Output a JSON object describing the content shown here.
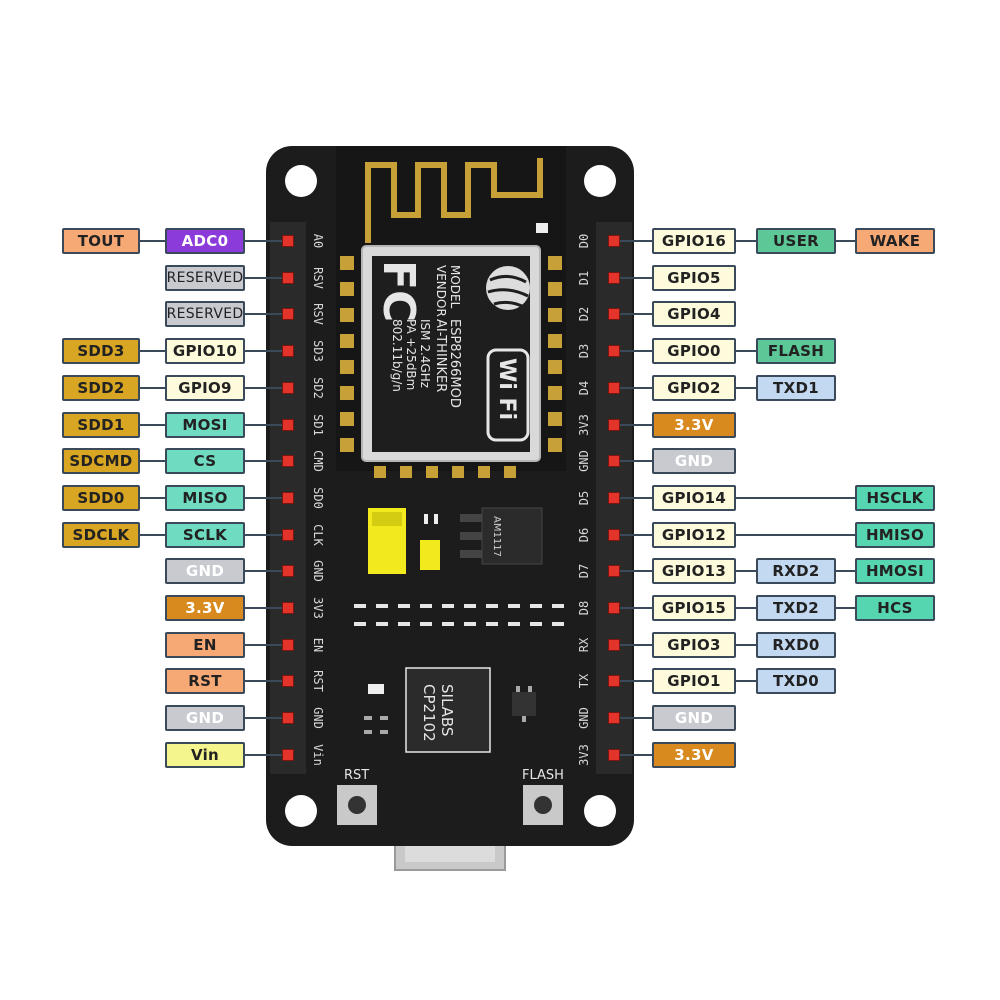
{
  "colors": {
    "orange": "#f7a975",
    "purple": "#8a3bd9",
    "silver": "#c8cad0",
    "cream": "#fdfbdc",
    "gold": "#d8a623",
    "teal": "#6fdcc1",
    "darkorange": "#d98a1f",
    "yellow": "#f4f58d",
    "blue": "#c3d9f2",
    "green": "#5cc797",
    "aqua": "#55d6b0",
    "board": "#1c1c1c"
  },
  "board": {
    "module_model_label": "MODEL",
    "module_vendor_label": "VENDOR",
    "module_model": "ESP8266MOD",
    "module_vendor": "AI-THINKER",
    "module_specs": [
      "ISM 2.4GHz",
      "PA +25dBm",
      "802.11b/g/n"
    ],
    "fcc_logo": "FC",
    "wifi_logo": "Wi Fi",
    "regulator": "AM1117",
    "usb_chip": [
      "SILABS",
      "CP2102"
    ],
    "rst_button": "RST",
    "flash_button": "FLASH"
  },
  "left_pins": [
    {
      "pin": "A0",
      "labels": [
        {
          "text": "ADC0",
          "color": "purple",
          "light": true
        },
        {
          "text": "TOUT",
          "color": "orange"
        }
      ]
    },
    {
      "pin": "RSV",
      "labels": [
        {
          "text": "RESERVED",
          "color": "silver",
          "thin": true
        }
      ]
    },
    {
      "pin": "RSV",
      "labels": [
        {
          "text": "RESERVED",
          "color": "silver",
          "thin": true
        }
      ]
    },
    {
      "pin": "SD3",
      "labels": [
        {
          "text": "GPIO10",
          "color": "cream"
        },
        {
          "text": "SDD3",
          "color": "gold"
        }
      ]
    },
    {
      "pin": "SD2",
      "labels": [
        {
          "text": "GPIO9",
          "color": "cream"
        },
        {
          "text": "SDD2",
          "color": "gold"
        }
      ]
    },
    {
      "pin": "SD1",
      "labels": [
        {
          "text": "MOSI",
          "color": "teal"
        },
        {
          "text": "SDD1",
          "color": "gold"
        }
      ]
    },
    {
      "pin": "CMD",
      "labels": [
        {
          "text": "CS",
          "color": "teal"
        },
        {
          "text": "SDCMD",
          "color": "gold"
        }
      ]
    },
    {
      "pin": "SD0",
      "labels": [
        {
          "text": "MISO",
          "color": "teal"
        },
        {
          "text": "SDD0",
          "color": "gold"
        }
      ]
    },
    {
      "pin": "CLK",
      "labels": [
        {
          "text": "SCLK",
          "color": "teal"
        },
        {
          "text": "SDCLK",
          "color": "gold"
        }
      ]
    },
    {
      "pin": "GND",
      "labels": [
        {
          "text": "GND",
          "color": "silver",
          "light": true
        }
      ]
    },
    {
      "pin": "3V3",
      "labels": [
        {
          "text": "3.3V",
          "color": "darkorange",
          "light": true
        }
      ]
    },
    {
      "pin": "EN",
      "labels": [
        {
          "text": "EN",
          "color": "orange"
        }
      ]
    },
    {
      "pin": "RST",
      "labels": [
        {
          "text": "RST",
          "color": "orange"
        }
      ]
    },
    {
      "pin": "GND",
      "labels": [
        {
          "text": "GND",
          "color": "silver",
          "light": true
        }
      ]
    },
    {
      "pin": "Vin",
      "labels": [
        {
          "text": "Vin",
          "color": "yellow"
        }
      ]
    }
  ],
  "right_pins": [
    {
      "pin": "D0",
      "labels": [
        {
          "text": "GPIO16",
          "color": "cream"
        },
        {
          "text": "USER",
          "color": "green",
          "slot": 1
        },
        {
          "text": "WAKE",
          "color": "orange",
          "slot": 2
        }
      ]
    },
    {
      "pin": "D1",
      "labels": [
        {
          "text": "GPIO5",
          "color": "cream"
        }
      ]
    },
    {
      "pin": "D2",
      "labels": [
        {
          "text": "GPIO4",
          "color": "cream"
        }
      ]
    },
    {
      "pin": "D3",
      "labels": [
        {
          "text": "GPIO0",
          "color": "cream"
        },
        {
          "text": "FLASH",
          "color": "green",
          "slot": 1
        }
      ]
    },
    {
      "pin": "D4",
      "labels": [
        {
          "text": "GPIO2",
          "color": "cream"
        },
        {
          "text": "TXD1",
          "color": "blue",
          "slot": 1
        }
      ]
    },
    {
      "pin": "3V3",
      "labels": [
        {
          "text": "3.3V",
          "color": "darkorange",
          "light": true
        }
      ]
    },
    {
      "pin": "GND",
      "labels": [
        {
          "text": "GND",
          "color": "silver",
          "light": true
        }
      ]
    },
    {
      "pin": "D5",
      "labels": [
        {
          "text": "GPIO14",
          "color": "cream"
        },
        {
          "text": "HSCLK",
          "color": "aqua",
          "slot": 2
        }
      ]
    },
    {
      "pin": "D6",
      "labels": [
        {
          "text": "GPIO12",
          "color": "cream"
        },
        {
          "text": "HMISO",
          "color": "aqua",
          "slot": 2
        }
      ]
    },
    {
      "pin": "D7",
      "labels": [
        {
          "text": "GPIO13",
          "color": "cream"
        },
        {
          "text": "RXD2",
          "color": "blue",
          "slot": 1
        },
        {
          "text": "HMOSI",
          "color": "aqua",
          "slot": 2
        }
      ]
    },
    {
      "pin": "D8",
      "labels": [
        {
          "text": "GPIO15",
          "color": "cream"
        },
        {
          "text": "TXD2",
          "color": "blue",
          "slot": 1
        },
        {
          "text": "HCS",
          "color": "aqua",
          "slot": 2
        }
      ]
    },
    {
      "pin": "RX",
      "labels": [
        {
          "text": "GPIO3",
          "color": "cream"
        },
        {
          "text": "RXD0",
          "color": "blue",
          "slot": 1
        }
      ]
    },
    {
      "pin": "TX",
      "labels": [
        {
          "text": "GPIO1",
          "color": "cream"
        },
        {
          "text": "TXD0",
          "color": "blue",
          "slot": 1
        }
      ]
    },
    {
      "pin": "GND",
      "labels": [
        {
          "text": "GND",
          "color": "silver",
          "light": true
        }
      ]
    },
    {
      "pin": "3V3",
      "labels": [
        {
          "text": "3.3V",
          "color": "darkorange",
          "light": true
        }
      ]
    }
  ]
}
